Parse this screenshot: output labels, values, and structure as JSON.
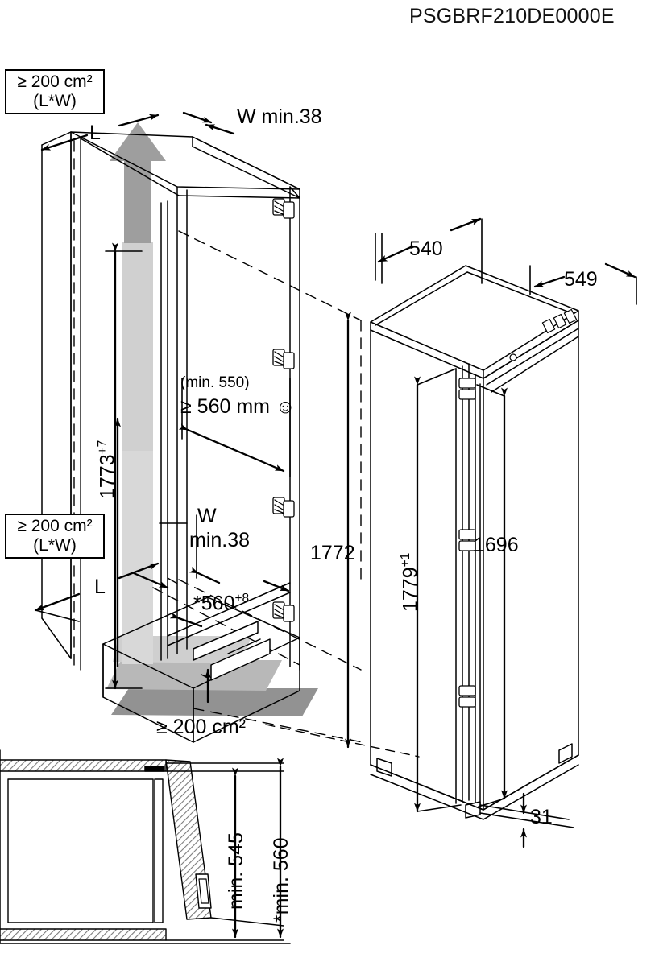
{
  "document": {
    "title": "PSGBRF210DE0000E",
    "type": "appliance-installation-dimension-drawing"
  },
  "colors": {
    "line": "#000000",
    "airflow_light": "#d6d6d6",
    "airflow_mid": "#b3b3b3",
    "airflow_dark": "#8c8c8c",
    "hatch": "#8a8a8a",
    "background": "#ffffff"
  },
  "vent_boxes": [
    {
      "id": "top-vent",
      "line1": "≥ 200 cm²",
      "line2": "(L*W)"
    },
    {
      "id": "bottom-vent",
      "line1": "≥ 200 cm²",
      "line2": "(L*W)"
    }
  ],
  "labels": {
    "niche_depth_top": "L",
    "niche_depth_bottom": "L",
    "gap_top": "W min.38",
    "gap_bottom_w": "W",
    "gap_bottom_min": "min.38",
    "niche_width_note": "(min. 550)",
    "niche_width": "≥ 560 mm",
    "niche_width_smiley": "☺",
    "niche_height": "1773",
    "niche_height_tol": "+7",
    "door_panel_height": "1772",
    "niche_width_star": "*560",
    "niche_width_star_tol": "+8",
    "appliance_depth_540": "540",
    "appliance_depth_549": "549",
    "appliance_height": "1779",
    "appliance_height_tol": "+1",
    "door_height": "1696",
    "plinth_vent": "≥ 200 cm²",
    "hinge_offset": "31",
    "plan_door_open_545": "min. 545",
    "plan_door_open_560": "*min. 560"
  },
  "views": [
    {
      "id": "cabinet-niche-view",
      "description": "Isometric kitchen cabinet niche with ventilation arrows"
    },
    {
      "id": "appliance-view",
      "description": "Isometric built-in refrigerator appliance with door"
    },
    {
      "id": "door-swing-plan-view",
      "description": "Plan view of door opening clearance"
    }
  ]
}
